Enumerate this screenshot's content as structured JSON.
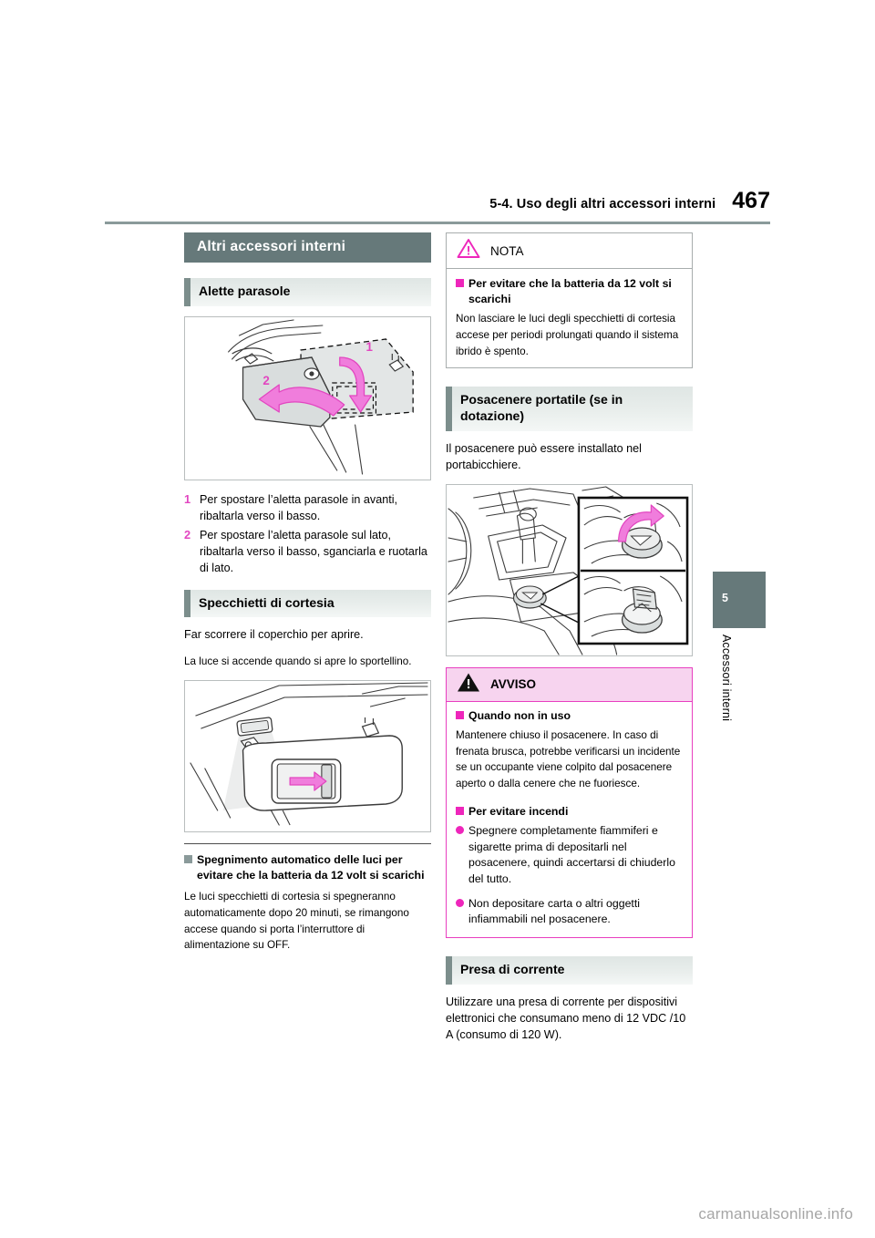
{
  "header": {
    "section_title": "5-4. Uso degli altri accessori interni",
    "page_number": "467"
  },
  "side_tab": {
    "number": "5",
    "label": "Accessori interni"
  },
  "left_column": {
    "main_title": "Altri accessori interni",
    "section_visor": {
      "heading": "Alette parasole",
      "figure_alt": "Illustrazione aletta parasole con frecce 1 e 2",
      "steps": [
        {
          "num": "1",
          "text": "Per spostare l’aletta parasole in avanti, ribaltarla verso il basso."
        },
        {
          "num": "2",
          "text": "Per spostare l’aletta parasole sul lato, ribaltarla verso il basso, sganciarla e ruotarla di lato."
        }
      ]
    },
    "section_mirrors": {
      "heading": "Specchietti di cortesia",
      "para1": "Far scorrere il coperchio per aprire.",
      "para2": "La luce si accende quando si apre lo sportellino.",
      "figure_alt": "Illustrazione specchietto di cortesia con freccia rosa",
      "note_heading": "Spegnimento automatico delle luci per evitare che la batteria da 12 volt si scarichi",
      "note_body": "Le luci specchietti di cortesia si spegneranno automaticamente dopo 20 minuti, se rimangono accese quando si porta l’interruttore di alimentazione su OFF."
    }
  },
  "right_column": {
    "nota": {
      "label": "NOTA",
      "icon": "warning-triangle-outline-icon",
      "heading": "Per evitare che la batteria da 12 volt si scarichi",
      "body": "Non lasciare le luci degli specchietti di cortesia accese per periodi prolungati quando il sistema ibrido è spento."
    },
    "section_ashtray": {
      "heading": "Posacenere portatile (se in dotazione)",
      "para1": "Il posacenere può essere installato nel portabicchiere.",
      "figure_alt": "Illustrazione console centrale con posacenere portatile nel portabicchiere"
    },
    "avviso": {
      "label": "AVVISO",
      "icon": "warning-triangle-solid-icon",
      "blocks": [
        {
          "heading": "Quando non in uso",
          "body": "Mantenere chiuso il posacenere. In caso di frenata brusca, potrebbe verificarsi un incidente se un occupante viene colpito dal posacenere aperto o dalla cenere che ne fuoriesce."
        },
        {
          "heading": "Per evitare incendi",
          "bullets": [
            "Spegnere completamente fiammiferi e sigarette prima di depositarli nel posacenere, quindi accertarsi di chiuderlo del tutto.",
            "Non depositare carta o altri oggetti infiammabili nel posacenere."
          ]
        }
      ]
    },
    "section_power": {
      "heading": "Presa di corrente",
      "para1": "Utilizzare una presa di corrente per dispositivi elettronici che consumano meno di 12 VDC /10 A (consumo di 120 W)."
    }
  },
  "footer": {
    "watermark": "carmanualsonline.info"
  },
  "colors": {
    "teal_dark": "#66797a",
    "teal_bar": "#7c8e8c",
    "magenta": "#ee26bb",
    "magenta_border": "#e83fc0",
    "pink_fill": "#f7d4ef",
    "rule_gray": "#8a9a9a"
  }
}
